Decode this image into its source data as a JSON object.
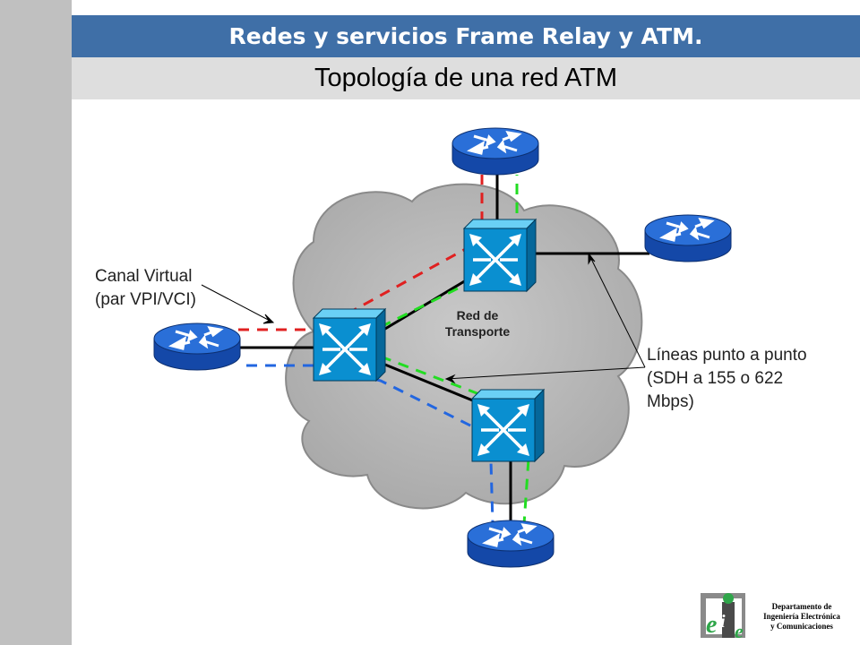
{
  "header": {
    "title": "Redes y servicios Frame Relay y ATM.",
    "subtitle": "Topología de una red ATM"
  },
  "diagram": {
    "cloud_label": [
      "Red de",
      "Transporte"
    ],
    "virtual_channel_label": [
      "Canal Virtual",
      "(par VPI/VCI)"
    ],
    "lines_label": [
      "Líneas punto a punto",
      "(SDH a 155 o 622",
      "Mbps)"
    ],
    "colors": {
      "router": "#1e64d2",
      "switch": "#0a8fd0",
      "cloud": "#b4b4b4",
      "vc_red": "#e02020",
      "vc_green": "#22dd22",
      "vc_blue": "#2266e0"
    }
  },
  "footer": {
    "logo_letters": [
      "e",
      "i",
      "e"
    ],
    "department": [
      "Departamento de",
      "Ingeniería Electrónica",
      "y Comunicaciones"
    ]
  }
}
